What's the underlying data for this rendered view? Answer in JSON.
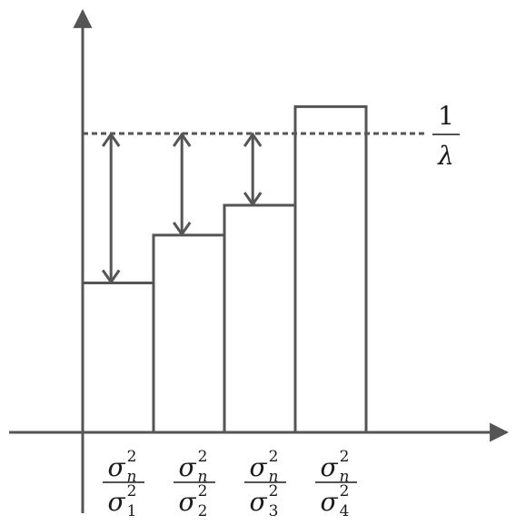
{
  "figure": {
    "colors": {
      "stroke": "#555555",
      "text": "#1a1a1a",
      "background": "#ffffff"
    },
    "threshold": {
      "label_numerator": "1",
      "label_denominator": "λ",
      "level": 1.0
    },
    "bars": [
      {
        "level": 0.5,
        "label": {
          "num_sym": "σ",
          "num_sub": "n",
          "num_sup": "2",
          "den_sym": "σ",
          "den_sub": "1",
          "den_sup": "2"
        },
        "gap_arrow": true
      },
      {
        "level": 0.66,
        "label": {
          "num_sym": "σ",
          "num_sub": "n",
          "num_sup": "2",
          "den_sym": "σ",
          "den_sub": "2",
          "den_sup": "2"
        },
        "gap_arrow": true
      },
      {
        "level": 0.76,
        "label": {
          "num_sym": "σ",
          "num_sub": "n",
          "num_sup": "2",
          "den_sym": "σ",
          "den_sub": "3",
          "den_sup": "2"
        },
        "gap_arrow": true
      },
      {
        "level": 1.09,
        "label": {
          "num_sym": "σ",
          "num_sub": "n",
          "num_sup": "2",
          "den_sym": "σ",
          "den_sub": "4",
          "den_sup": "2"
        },
        "gap_arrow": false
      }
    ]
  }
}
